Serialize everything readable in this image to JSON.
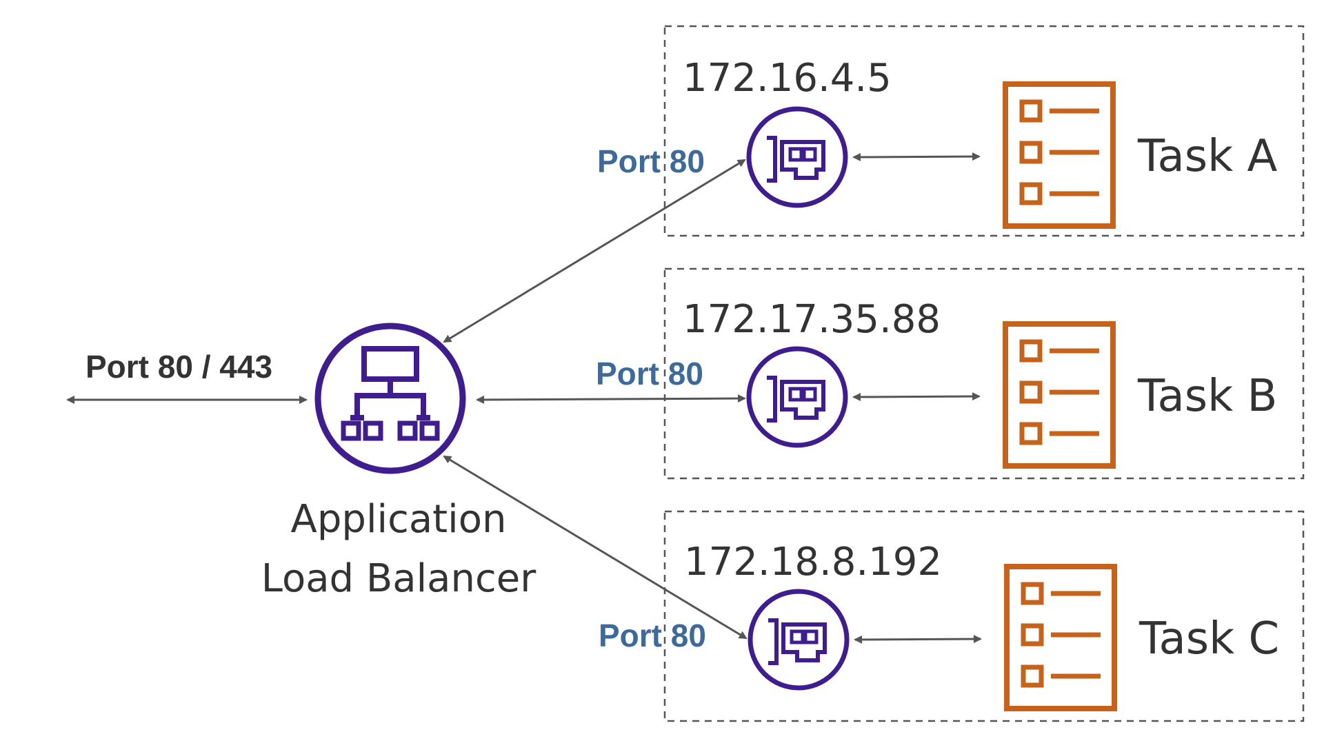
{
  "colors": {
    "purple": "#3F1D8F",
    "orange": "#C7621B",
    "port_blue": "#3D6A9A",
    "text": "#333333",
    "line": "#555555",
    "dash": "#555555"
  },
  "external": {
    "port_label": "Port 80 / 443"
  },
  "alb": {
    "line1": "Application",
    "line2": "Load Balancer",
    "icon": "load-balancer-icon"
  },
  "tasks": [
    {
      "ip": "172.16.4.5",
      "port_label": "Port 80",
      "name": "Task A",
      "eni_icon": "network-interface-icon",
      "task_icon": "task-list-icon"
    },
    {
      "ip": "172.17.35.88",
      "port_label": "Port 80",
      "name": "Task B",
      "eni_icon": "network-interface-icon",
      "task_icon": "task-list-icon"
    },
    {
      "ip": "172.18.8.192",
      "port_label": "Port 80",
      "name": "Task C",
      "eni_icon": "network-interface-icon",
      "task_icon": "task-list-icon"
    }
  ]
}
